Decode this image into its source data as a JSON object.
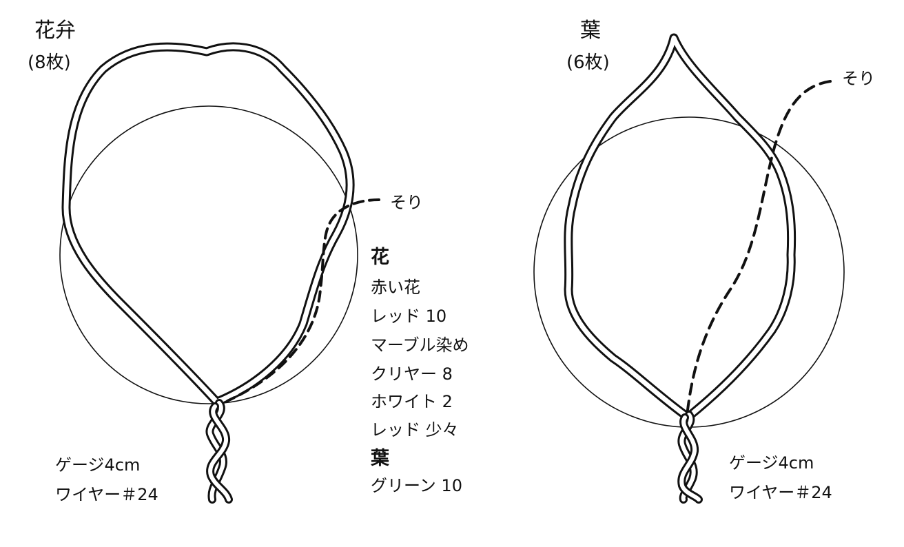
{
  "petal": {
    "title": "花弁",
    "count": "(8枚)",
    "sori": "そり",
    "gauge": "ゲージ4cm",
    "wire": "ワイヤー＃24"
  },
  "leaf": {
    "title": "葉",
    "count": "(6枚)",
    "sori": "そり",
    "gauge": "ゲージ4cm",
    "wire": "ワイヤー＃24"
  },
  "legend": {
    "flower_heading": "花",
    "flower_items": [
      "赤い花",
      "レッド 10",
      "マーブル染め",
      "クリヤー 8",
      "ホワイト 2",
      "レッド 少々"
    ],
    "leaf_heading": "葉",
    "leaf_items": [
      "グリーン 10"
    ]
  },
  "colors": {
    "line": "#111111",
    "background": "#ffffff"
  }
}
